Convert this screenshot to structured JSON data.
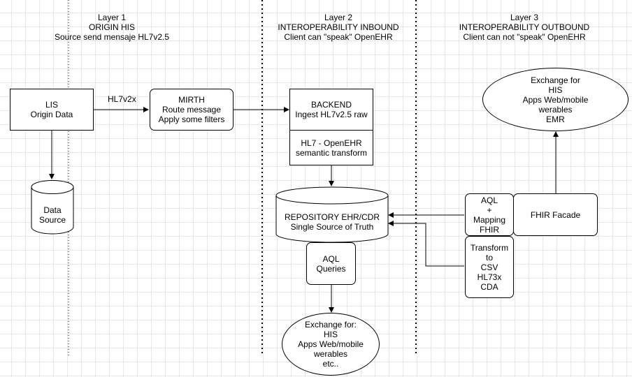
{
  "layers": [
    {
      "title": "Layer 1",
      "name": "ORIGIN HIS",
      "note": "Source send mensaje HL7v2.5"
    },
    {
      "title": "Layer 2",
      "name": "INTEROPERABILITY INBOUND",
      "note": "Client can \"speak\" OpenEHR"
    },
    {
      "title": "Layer 3",
      "name": "INTEROPERABILITY OUTBOUND",
      "note": "Client can not \"speak\" OpenEHR"
    }
  ],
  "nodes": {
    "lis": [
      "LIS",
      "Origin Data"
    ],
    "data_source": [
      "Data",
      "Source"
    ],
    "mirth": [
      "MIRTH",
      "Route message",
      "Apply some filters"
    ],
    "backend": [
      "BACKEND",
      "Ingest HL7v2.5 raw"
    ],
    "transform": [
      "HL7 - OpenEHR",
      "semantic transform"
    ],
    "repository": [
      "REPOSITORY EHR/CDR",
      "Single Source of Truth"
    ],
    "aql_queries": [
      "AQL",
      "Queries"
    ],
    "exchange_inbound": [
      "Exchange for:",
      "HIS",
      "Apps Web/mobile",
      "werables",
      "etc.."
    ],
    "aql_mapping": [
      "AQL",
      "+",
      "Mapping",
      "FHIR"
    ],
    "fhir_facade": [
      "FHIR Facade"
    ],
    "transform_csv": [
      "Transform",
      "to",
      "CSV",
      "HL73x",
      "CDA"
    ],
    "exchange_outbound": [
      "Exchange for",
      "HIS",
      "Apps Web/mobile",
      "werables",
      "EMR"
    ]
  },
  "edge_labels": {
    "lis_to_mirth": "HL7v2x"
  },
  "colors": {
    "grid": "#e6e6e6",
    "stroke": "#000000",
    "fill": "#ffffff"
  }
}
